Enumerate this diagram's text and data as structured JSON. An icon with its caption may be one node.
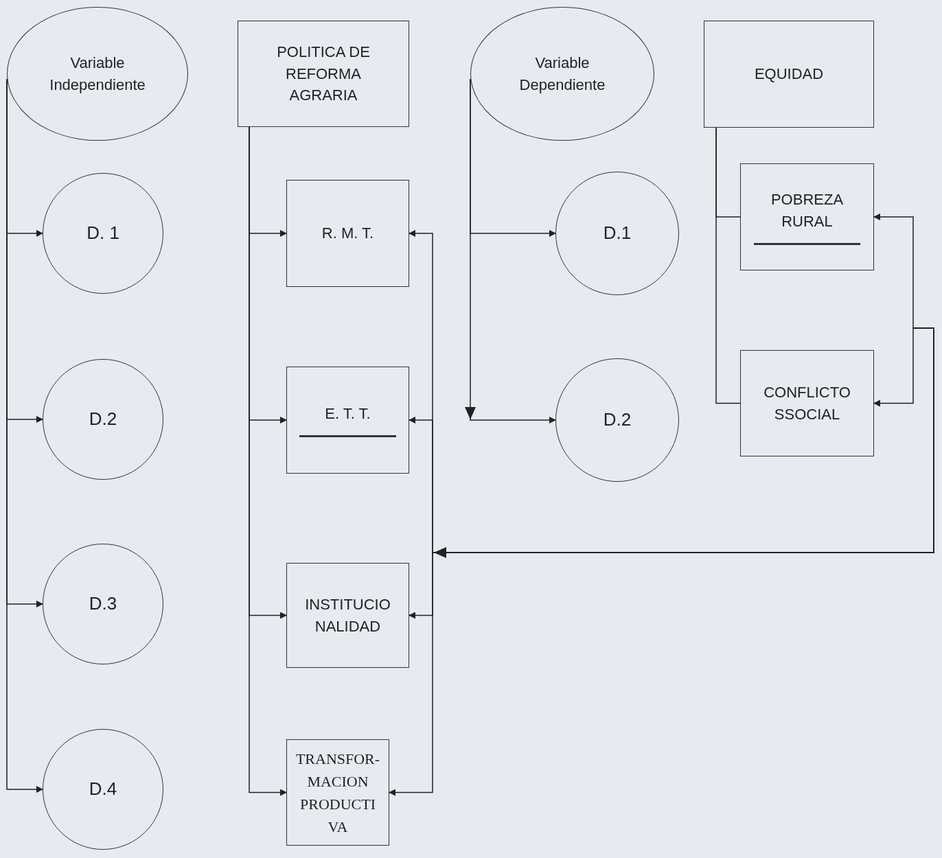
{
  "diagram": {
    "nodes": [
      {
        "text": [
          "Variable Independiente"
        ]
      },
      {
        "text": [
          "POLITICA DE REFORMA AGRARIA"
        ]
      },
      {
        "text": [
          "Variable Dependiente"
        ]
      },
      {
        "text": [
          "EQUIDAD"
        ]
      },
      {
        "text": [
          "D.  1"
        ]
      },
      {
        "text": [
          "D.2"
        ]
      },
      {
        "text": [
          "D.3"
        ]
      },
      {
        "text": [
          "D.4"
        ]
      },
      {
        "text": [
          "R.  M.  T."
        ]
      },
      {
        "text": [
          "E.  T.  T."
        ]
      },
      {
        "text": [
          "INSTITUCIO NALIDAD"
        ]
      },
      {
        "text": [
          "TRANSFOR- MACION PRODUCTI VA"
        ]
      },
      {
        "text": [
          "D.1"
        ]
      },
      {
        "text": [
          "D.2"
        ]
      },
      {
        "text": [
          "POBREZA RURAL"
        ]
      },
      {
        "text": [
          "CONFLICTO SSOCIAL"
        ]
      }
    ],
    "edges": [
      {
        "from": 0,
        "to": 4,
        "arrow": "to"
      },
      {
        "from": 0,
        "to": 5,
        "arrow": "to"
      },
      {
        "from": 0,
        "to": 6,
        "arrow": "to"
      },
      {
        "from": 0,
        "to": 7,
        "arrow": "to"
      },
      {
        "from": 1,
        "to": 8,
        "arrow": "to"
      },
      {
        "from": 1,
        "to": 9,
        "arrow": "to"
      },
      {
        "from": 1,
        "to": 10,
        "arrow": "to"
      },
      {
        "from": 1,
        "to": 11,
        "arrow": "to"
      },
      {
        "from": 2,
        "to": 12,
        "arrow": "to"
      },
      {
        "from": 2,
        "to": 13,
        "arrow": "to"
      },
      {
        "from": 3,
        "to": 14,
        "arrow": "none"
      },
      {
        "from": 3,
        "to": 15,
        "arrow": "none"
      },
      {
        "from": null,
        "to": 8,
        "arrow": "to"
      },
      {
        "from": null,
        "to": 9,
        "arrow": "to"
      },
      {
        "from": null,
        "to": 10,
        "arrow": "to"
      },
      {
        "from": null,
        "to": 11,
        "arrow": "to"
      },
      {
        "from": null,
        "to": 14,
        "arrow": "to"
      },
      {
        "from": null,
        "to": 15,
        "arrow": "to"
      }
    ]
  }
}
